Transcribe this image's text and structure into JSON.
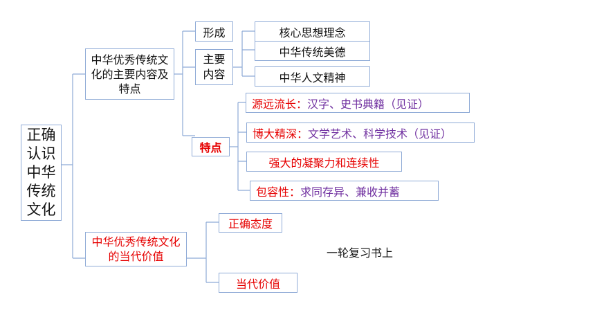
{
  "root": "正确认识中华传统文化",
  "branch1": {
    "title": "中华优秀传统文化的主要内容及特点",
    "form": "形成",
    "content": "主要内容",
    "content_items": [
      "核心思想理念",
      "中华传统美德",
      "中华人文精神"
    ],
    "features_label": "特点",
    "features": [
      {
        "label": "源远流长：",
        "detail": "汉字、史书典籍（见证）"
      },
      {
        "label": "博大精深：",
        "detail": "文学艺术、科学技术（见证）"
      },
      {
        "label": "强大的凝聚力和连续性",
        "detail": ""
      },
      {
        "label": "包容性：",
        "detail": "求同存异、兼收并蓄"
      }
    ]
  },
  "branch2": {
    "title": "中华优秀传统文化的当代价值",
    "items": [
      "正确态度",
      "当代价值"
    ]
  },
  "note": "一轮复习书上",
  "colors": {
    "border": "#8eaad6",
    "line": "#8eaad6",
    "red": "#e60000",
    "purple": "#7030a0"
  }
}
